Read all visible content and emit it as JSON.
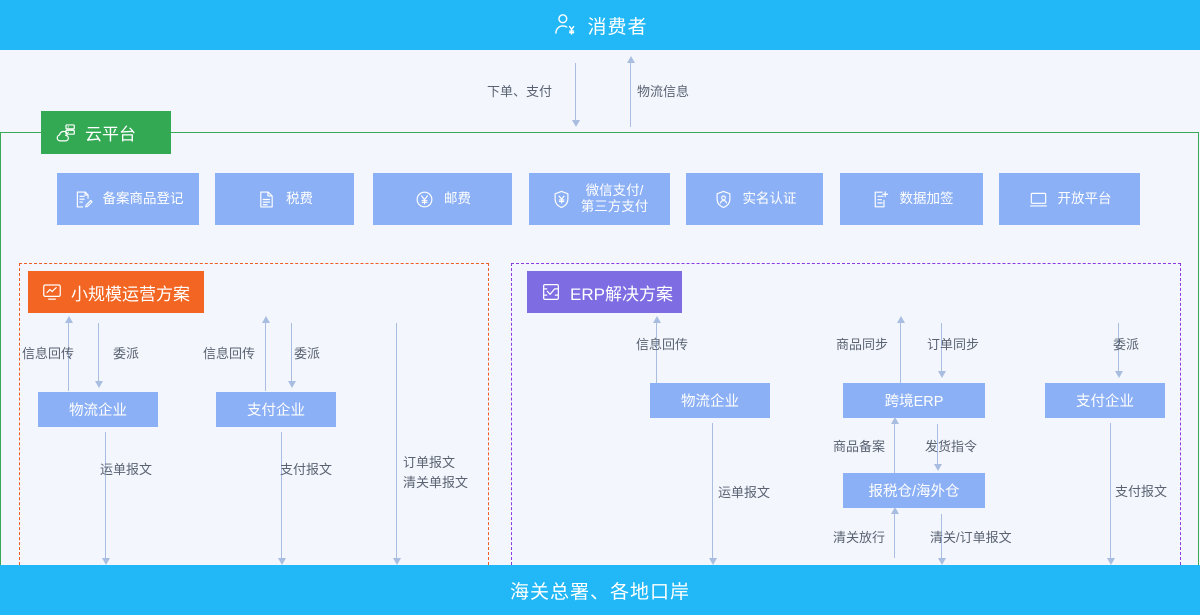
{
  "header": {
    "label": "消费者",
    "icon": "user-yen-icon",
    "bg": "#22b8f7"
  },
  "footer": {
    "label": "海关总署、各地口岸",
    "bg": "#22b8f7"
  },
  "cloud": {
    "label": "云平台",
    "icon": "cloud-server-icon",
    "color": "#33a953"
  },
  "top_flows": [
    {
      "label": "下单、支付",
      "direction": "down"
    },
    {
      "label": "物流信息",
      "direction": "up"
    }
  ],
  "chips": [
    {
      "label": "备案商品登记",
      "icon": "document-edit-icon"
    },
    {
      "label": "税费",
      "icon": "document-icon"
    },
    {
      "label": "邮费",
      "icon": "yen-circle-icon"
    },
    {
      "label": "微信支付/\n第三方支付",
      "icon": "shield-pay-icon"
    },
    {
      "label": "实名认证",
      "icon": "shield-user-icon"
    },
    {
      "label": "数据加签",
      "icon": "list-plus-icon"
    },
    {
      "label": "开放平台",
      "icon": "monitor-icon"
    }
  ],
  "small_solution": {
    "badge": "小规模运营方案",
    "icon": "monitor-chart-icon",
    "color": "#f26522",
    "border_color": "#ef5d22",
    "boxes": [
      {
        "label": "物流企业"
      },
      {
        "label": "支付企业"
      }
    ],
    "up_labels": [
      "信息回传",
      "信息回传"
    ],
    "down_labels": [
      "委派",
      "委派"
    ],
    "bottom_labels": [
      "运单报文",
      "支付报文",
      "订单报文\n清关单报文"
    ]
  },
  "erp_solution": {
    "badge": "ERP解决方案",
    "icon": "clipboard-check-icon",
    "color": "#7d6ce2",
    "border_color": "#8b3ce0",
    "boxes": [
      {
        "label": "物流企业"
      },
      {
        "label": "跨境ERP"
      },
      {
        "label": "支付企业"
      },
      {
        "label": "报税仓/海外仓"
      }
    ],
    "flow_labels": {
      "info_back": "信息回传",
      "goods_sync": "商品同步",
      "order_sync": "订单同步",
      "delegate": "委派",
      "goods_record": "商品备案",
      "ship_order": "发货指令",
      "customs_release": "清关放行",
      "customs_order_msg": "清关/订单报文",
      "waybill_msg": "运单报文",
      "payment_msg": "支付报文"
    }
  },
  "colors": {
    "page_bg": "#f3f7fd",
    "chip_bg": "#8cb0f5",
    "arrow": "#a8bde0",
    "label_text": "#5a6272"
  }
}
